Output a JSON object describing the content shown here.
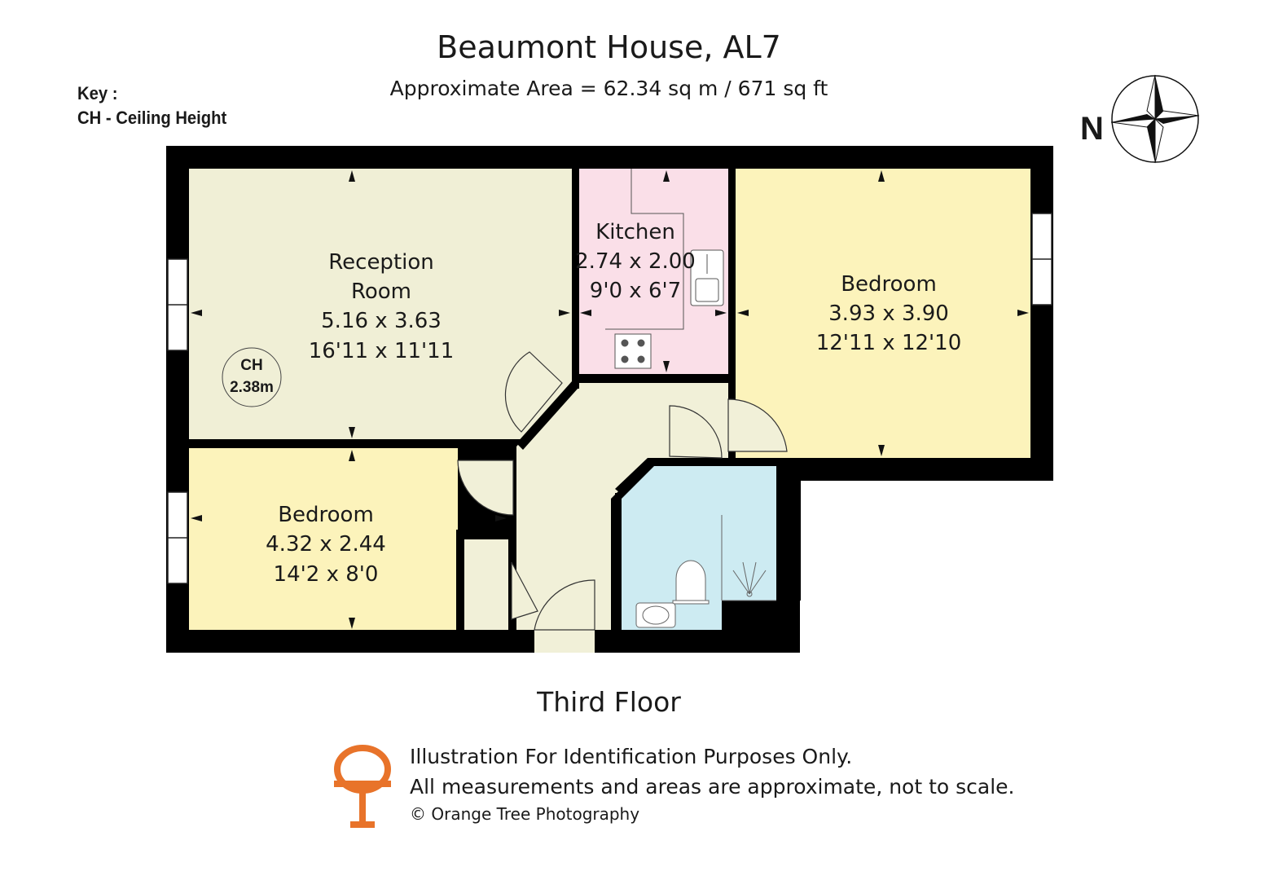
{
  "header": {
    "title": "Beaumont House, AL7",
    "subtitle": "Approximate Area =  62.34 sq m / 671 sq ft"
  },
  "key": {
    "heading": "Key :",
    "entry": "CH - Ceiling Height"
  },
  "compass": {
    "north_label": "N"
  },
  "rooms": {
    "reception": {
      "name_line1": "Reception",
      "name_line2": "Room",
      "metric": "5.16 x 3.63",
      "imperial": "16'11 x 11'11",
      "color": "#f0efd6"
    },
    "kitchen": {
      "name": "Kitchen",
      "metric": "2.74 x 2.00",
      "imperial": "9'0 x 6'7",
      "color": "#fadfe8"
    },
    "bedroom_large": {
      "name": "Bedroom",
      "metric": "3.93 x 3.90",
      "imperial": "12'11 x 12'10",
      "color": "#fcf3bb"
    },
    "bedroom_small": {
      "name": "Bedroom",
      "metric": "4.32 x 2.44",
      "imperial": "14'2 x 8'0",
      "color": "#fcf3bb"
    },
    "hallway": {
      "color": "#f1f0d8"
    },
    "bathroom": {
      "color": "#cdebf2"
    }
  },
  "ceiling_height": {
    "label": "CH",
    "value": "2.38m"
  },
  "floor_label": "Third Floor",
  "footer": {
    "line1": "Illustration For Identification Purposes Only.",
    "line2": "All measurements and areas are approximate, not to scale.",
    "line3": "© Orange Tree Photography",
    "logo_color": "#e8732a"
  },
  "colors": {
    "wall": "#000000",
    "arrow": "#111111"
  }
}
